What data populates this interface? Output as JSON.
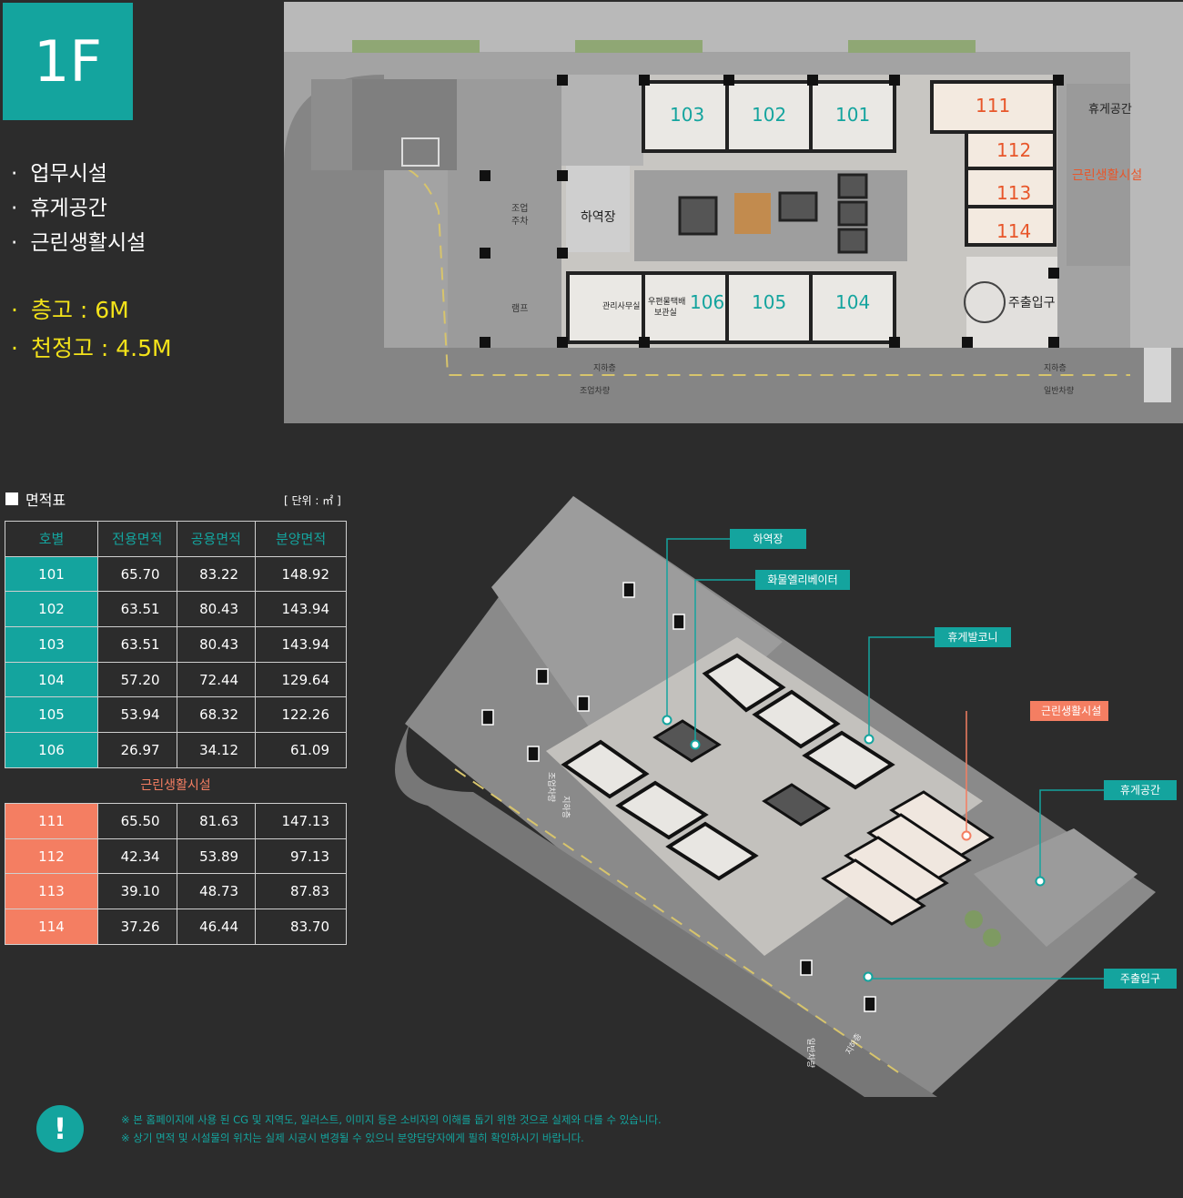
{
  "floor": "1F",
  "facilities": [
    "업무시설",
    "휴게공간",
    "근린생활시설"
  ],
  "specs": [
    "층고 : 6M",
    "천정고 : 4.5M"
  ],
  "plan": {
    "offices": [
      "103",
      "102",
      "101",
      "106",
      "105",
      "104"
    ],
    "shops": [
      "111",
      "112",
      "113",
      "114"
    ],
    "labels": {
      "loading": "하역장",
      "rest": "휴게공간",
      "retail": "근린생활시설",
      "entrance": "주출입구",
      "mgmt": "관리사무실",
      "parcel_1": "우편물택배",
      "parcel_2": "보관실",
      "parking_1": "조업",
      "parking_2": "주차",
      "ramp": "램프",
      "exit_1": "지하층",
      "exit_2": "조업차량",
      "exit_3": "지하층",
      "exit_4": "일반차량"
    }
  },
  "table": {
    "title": "면적표",
    "unit": "[ 단위 : ㎡ ]",
    "headers": [
      "호별",
      "전용면적",
      "공용면적",
      "분양면적"
    ],
    "office_rows": [
      [
        "101",
        "65.70",
        "83.22",
        "148.92"
      ],
      [
        "102",
        "63.51",
        "80.43",
        "143.94"
      ],
      [
        "103",
        "63.51",
        "80.43",
        "143.94"
      ],
      [
        "104",
        "57.20",
        "72.44",
        "129.64"
      ],
      [
        "105",
        "53.94",
        "68.32",
        "122.26"
      ],
      [
        "106",
        "26.97",
        "34.12",
        "61.09"
      ]
    ],
    "retail_title": "근린생활시설",
    "retail_rows": [
      [
        "111",
        "65.50",
        "81.63",
        "147.13"
      ],
      [
        "112",
        "42.34",
        "53.89",
        "97.13"
      ],
      [
        "113",
        "39.10",
        "48.73",
        "87.83"
      ],
      [
        "114",
        "37.26",
        "46.44",
        "83.70"
      ]
    ]
  },
  "callouts": {
    "loading": "하역장",
    "freight_elevator": "화물엘리베이터",
    "balcony": "휴게발코니",
    "retail": "근린생활시설",
    "rest": "휴게공간",
    "entrance": "주출입구"
  },
  "iso_road": [
    "조업차량",
    "지하층",
    "일반차량",
    "지하층"
  ],
  "notes": [
    "※ 본 홈페이지에 사용 된 CG 및 지역도, 일러스트, 이미지 등은 소비자의 이해를 돕기 위한 것으로 실제와 다를 수 있습니다.",
    "※ 상기 면적 및 시설물의 위치는 실제 시공시 변경될 수 있으니 분양담당자에게 필히 확인하시기 바랍니다."
  ],
  "colors": {
    "teal": "#14a49e",
    "orange": "#f47e62",
    "yellow": "#f3e21a",
    "background": "#2c2c2c"
  }
}
